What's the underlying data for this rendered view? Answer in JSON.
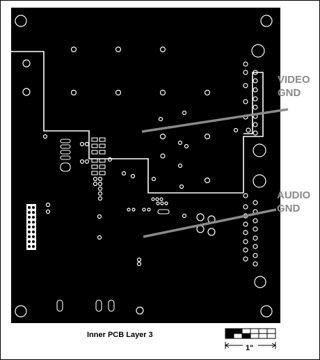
{
  "annotations": {
    "video_line1": "VIDEO",
    "video_line2": "GND",
    "audio_line1": "AUDIO",
    "audio_line2": "GND"
  },
  "caption": "Inner PCB Layer 3",
  "scale_bar": {
    "label": "1\""
  },
  "colors": {
    "board": "#000000",
    "traces": "#ffffff",
    "annotation": "#8a8a8a"
  }
}
